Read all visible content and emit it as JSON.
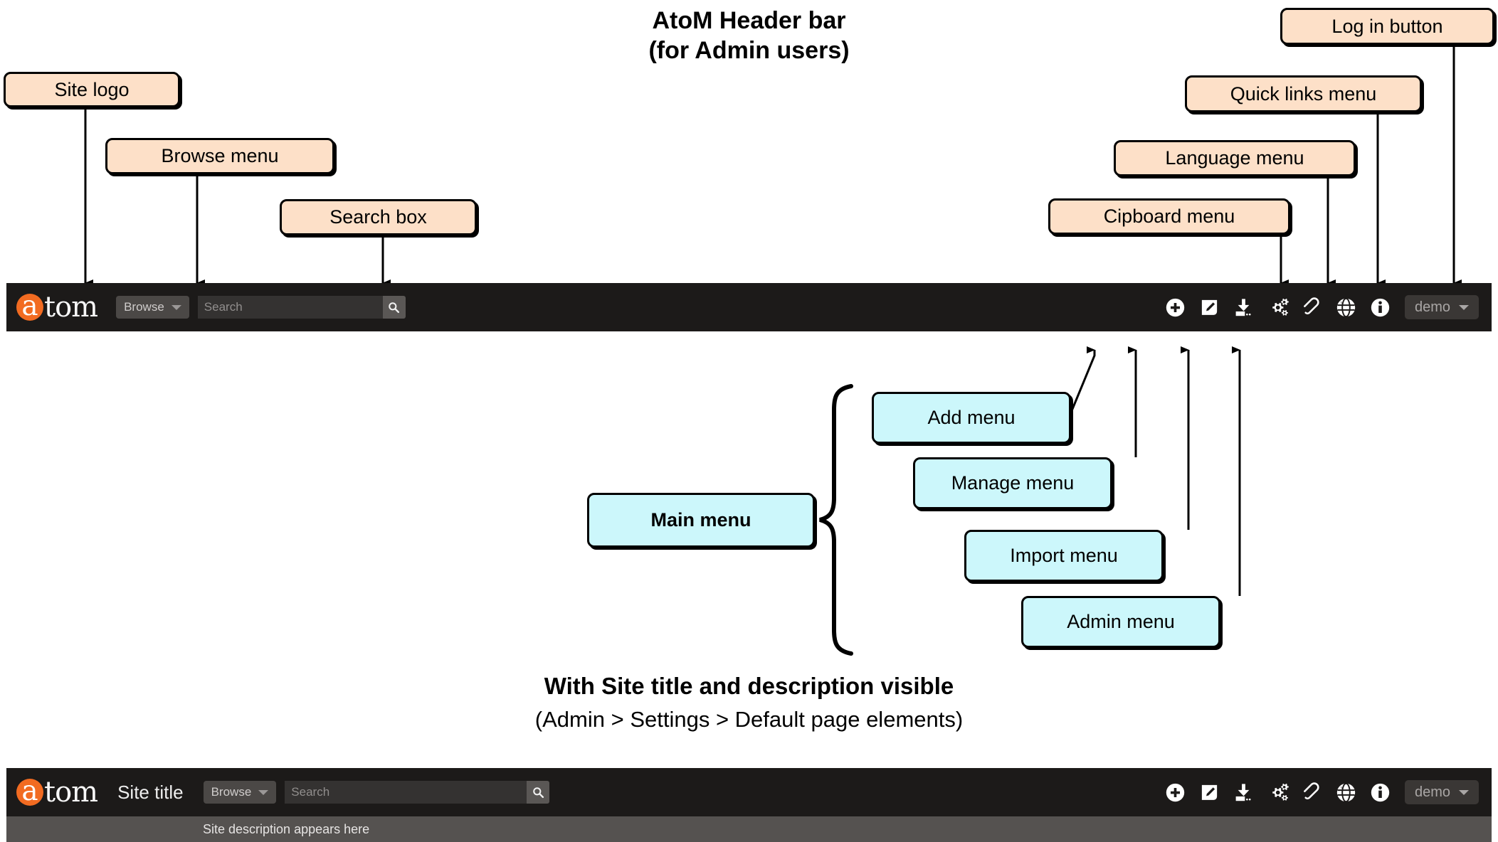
{
  "figure": {
    "title_line1": "AtoM Header bar",
    "title_line2": "(for Admin users)",
    "section_title": "With Site title and description visible",
    "section_subtitle": "(Admin > Settings > Default page elements)"
  },
  "callouts_orange": [
    {
      "id": "site-logo",
      "label": "Site logo"
    },
    {
      "id": "browse-menu",
      "label": "Browse menu"
    },
    {
      "id": "search-box",
      "label": "Search box"
    },
    {
      "id": "clipboard-menu",
      "label": "Cipboard menu"
    },
    {
      "id": "language-menu",
      "label": "Language menu"
    },
    {
      "id": "quick-links-menu",
      "label": "Quick links menu"
    },
    {
      "id": "log-in-button",
      "label": "Log in button"
    }
  ],
  "callouts_blue": [
    {
      "id": "main-menu",
      "label": "Main menu"
    },
    {
      "id": "add-menu",
      "label": "Add menu"
    },
    {
      "id": "manage-menu",
      "label": "Manage menu"
    },
    {
      "id": "import-menu",
      "label": "Import menu"
    },
    {
      "id": "admin-menu",
      "label": "Admin menu"
    }
  ],
  "header_top": {
    "logo_a": "a",
    "logo_rest": "tom",
    "browse_label": "Browse",
    "search_placeholder": "Search",
    "search_value": "",
    "user_label": "demo",
    "icons": [
      {
        "name": "add-icon",
        "title": "Add"
      },
      {
        "name": "manage-icon",
        "title": "Manage"
      },
      {
        "name": "import-icon",
        "title": "Import"
      },
      {
        "name": "admin-icon",
        "title": "Admin"
      },
      {
        "name": "clipboard-icon",
        "title": "Clipboard"
      },
      {
        "name": "language-icon",
        "title": "Language"
      },
      {
        "name": "quick-links-icon",
        "title": "Quick links"
      }
    ]
  },
  "header_bottom": {
    "logo_a": "a",
    "logo_rest": "tom",
    "site_title": "Site title",
    "browse_label": "Browse",
    "search_placeholder": "Search",
    "search_value": "",
    "user_label": "demo",
    "site_description": "Site description appears here"
  },
  "colors": {
    "bar_background": "#1c1a19",
    "description_background": "#555250",
    "logo_accent": "#f26b21",
    "callout_orange": "#fde0c8",
    "callout_blue": "#ccf7fb",
    "outline": "#000000"
  }
}
